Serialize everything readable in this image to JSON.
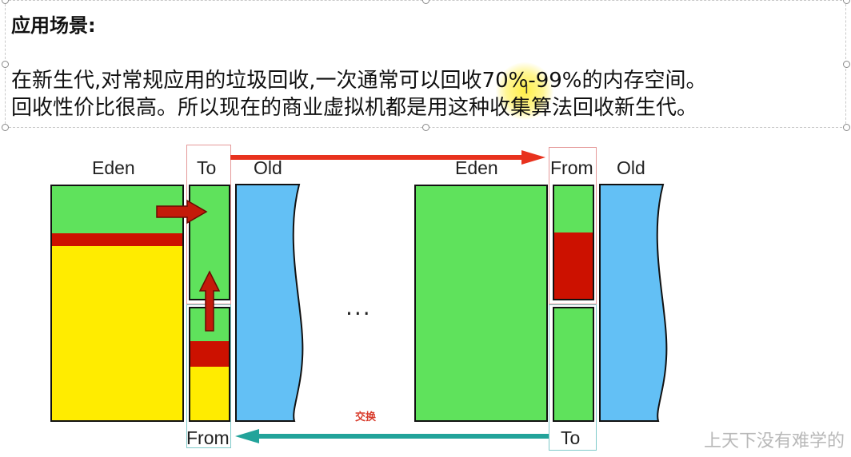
{
  "slide": {
    "heading": "应用场景:",
    "line1": "在新生代,对常规应用的垃圾回收,一次通常可以回收70%-99%的内存空间。",
    "line2": "回收性价比很高。所以现在的商业虚拟机都是用这种收集算法回收新生代。"
  },
  "diagram_left": {
    "eden_label": "Eden",
    "to_label": "To",
    "old_label": "Old",
    "from_label": "From"
  },
  "diagram_right": {
    "eden_label": "Eden",
    "from_label": "From",
    "old_label": "Old",
    "to_label": "To"
  },
  "ellipsis": "...",
  "swap_label": "交换",
  "watermark": "上天下没有难学的",
  "colors": {
    "green": "#5fe25c",
    "yellow": "#ffec00",
    "red": "#cc1100",
    "blue": "#63c0f5",
    "arrow_red": "#e8321e",
    "arrow_teal": "#22a39a",
    "frame_pink": "#e59a9a",
    "frame_teal": "#7fcaca"
  }
}
